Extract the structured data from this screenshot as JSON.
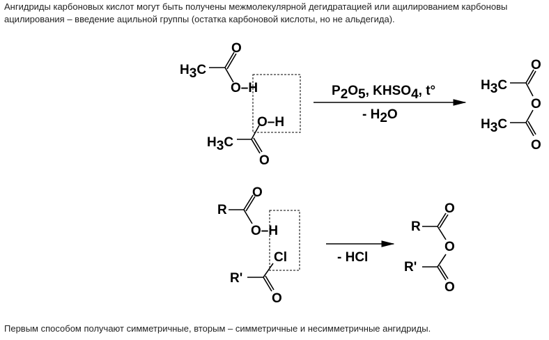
{
  "intro": {
    "line1": "Ангидриды карбоновых кислот могут быть получены межмолекулярной дегидратацией или ацилированием карбоновы",
    "line2": "ацилирования – введение ацильной группы (остатка карбоновой кислоты, но не альдегида)."
  },
  "reaction1": {
    "h": "H",
    "sub3": "3",
    "c": "C",
    "o": "O",
    "oh": "O–H",
    "conditions": {
      "p": "P",
      "sub2": "2",
      "o": "O",
      "sub5": "5",
      "rest": ", KHSO",
      "sub4": "4",
      "tail": ", t°"
    },
    "byproduct": {
      "pre": "- H",
      "sub2": "2",
      "post": "O"
    }
  },
  "reaction2": {
    "r": "R",
    "r_prime": "R'",
    "o": "O",
    "oh": "O–H",
    "cl": "Cl",
    "byproduct": "- HCl"
  },
  "conclusion": "Первым способом получают симметричные, вторым – симметричные и несимметричные ангидриды."
}
